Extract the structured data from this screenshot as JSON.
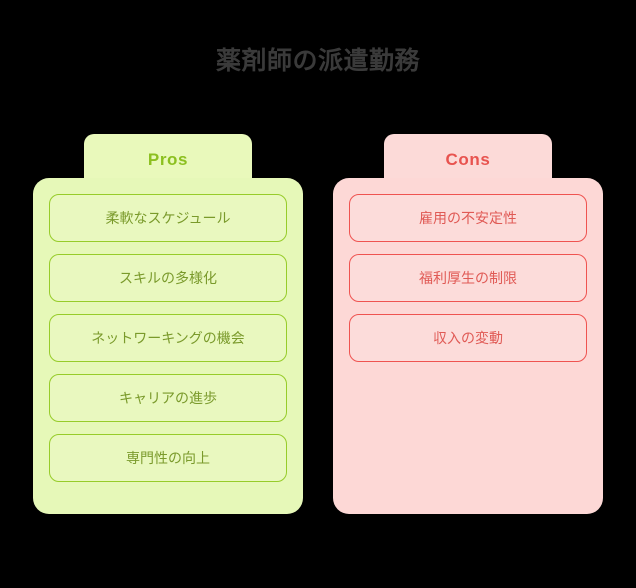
{
  "title": "薬剤師の派遣勤務",
  "theme": {
    "background": "#000000",
    "title_color": "#3a3a3a",
    "pros_header_bg": "#e9f9bb",
    "pros_header_text": "#8cc020",
    "pros_panel_bg": "#e6f8b8",
    "pros_pill_bg": "#e9f8bf",
    "pros_pill_border": "#97cc2a",
    "pros_pill_text": "#7a9a2b",
    "cons_header_bg": "#fcdad8",
    "cons_header_text": "#e8534f",
    "cons_panel_bg": "#fdd8d6",
    "cons_pill_bg": "#fcdcda",
    "cons_pill_border": "#ef5350",
    "cons_pill_text": "#e05a55"
  },
  "columns": {
    "pros": {
      "header": "Pros",
      "items": [
        {
          "label": "柔軟なスケジュール"
        },
        {
          "label": "スキルの多様化"
        },
        {
          "label": "ネットワーキングの機会"
        },
        {
          "label": "キャリアの進歩"
        },
        {
          "label": "専門性の向上"
        }
      ]
    },
    "cons": {
      "header": "Cons",
      "items": [
        {
          "label": "雇用の不安定性"
        },
        {
          "label": "福利厚生の制限"
        },
        {
          "label": "収入の変動"
        }
      ]
    }
  }
}
